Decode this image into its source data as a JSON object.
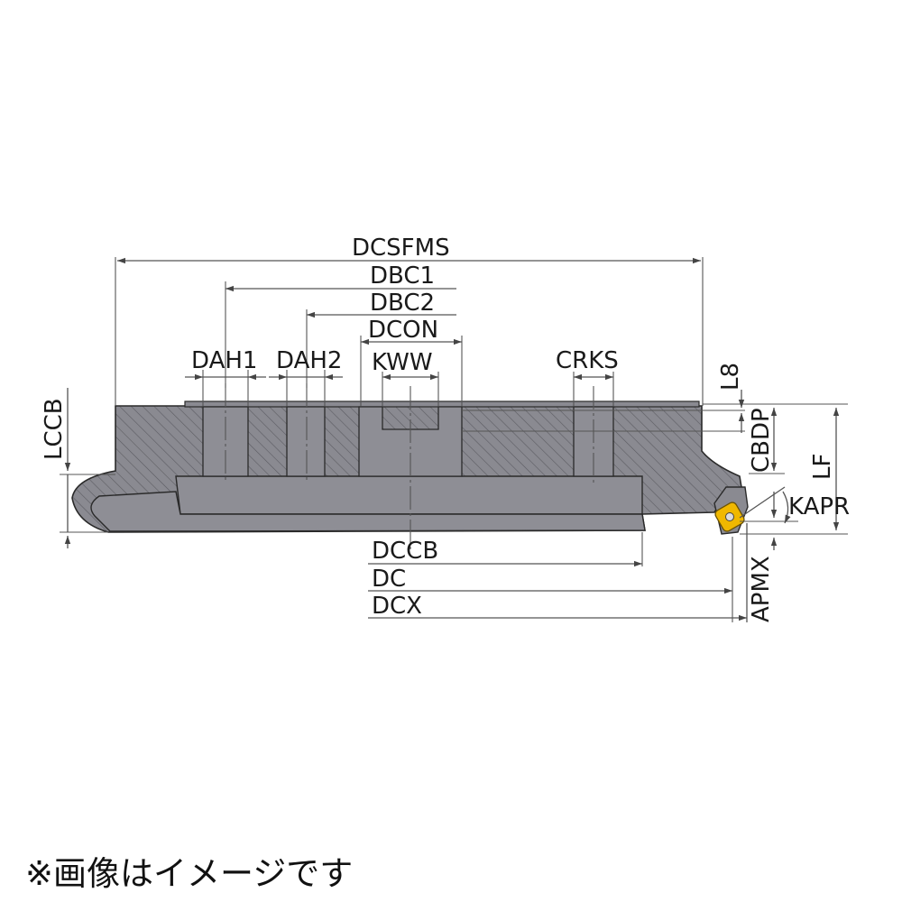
{
  "labels": {
    "dcsfms": "DCSFMS",
    "dbc1": "DBC1",
    "dbc2": "DBC2",
    "dcon": "DCON",
    "dah1": "DAH1",
    "dah2": "DAH2",
    "kww": "KWW",
    "crks": "CRKS",
    "lccb": "LCCB",
    "l8": "L8",
    "cbdp": "CBDP",
    "lf": "LF",
    "kapr": "KAPR",
    "dccb": "DCCB",
    "dc": "DC",
    "dcx": "DCX",
    "apmx": "APMX"
  },
  "caption": "※画像はイメージです",
  "colors": {
    "body": "#8a8a91",
    "body_dark": "#7d7d84",
    "hatch": "#5c5c62",
    "insert": "#f0b800",
    "dimension_line": "#555555"
  }
}
